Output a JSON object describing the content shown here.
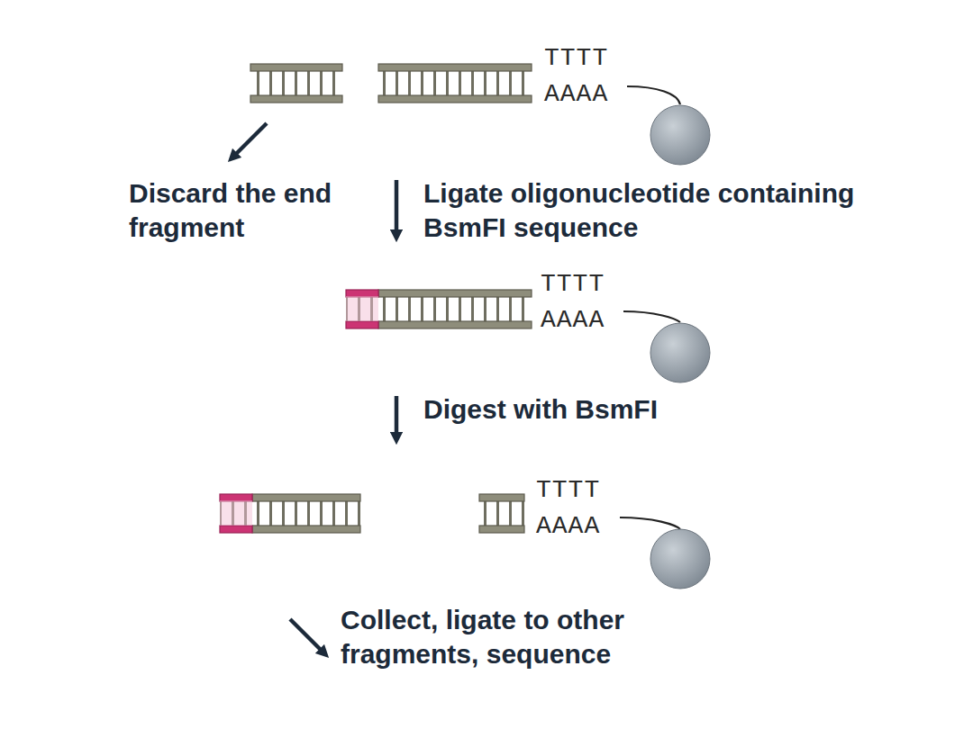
{
  "diagram": {
    "labels": [
      "Discard the end fragment",
      "Ligate oligonucleotide containing BsmFI sequence",
      "Digest with BsmFI",
      "Collect, ligate to other fragments, sequence",
      "TTTT",
      "AAAA",
      "TTTT",
      "AAAA",
      "TTTT",
      "AAAA"
    ]
  }
}
